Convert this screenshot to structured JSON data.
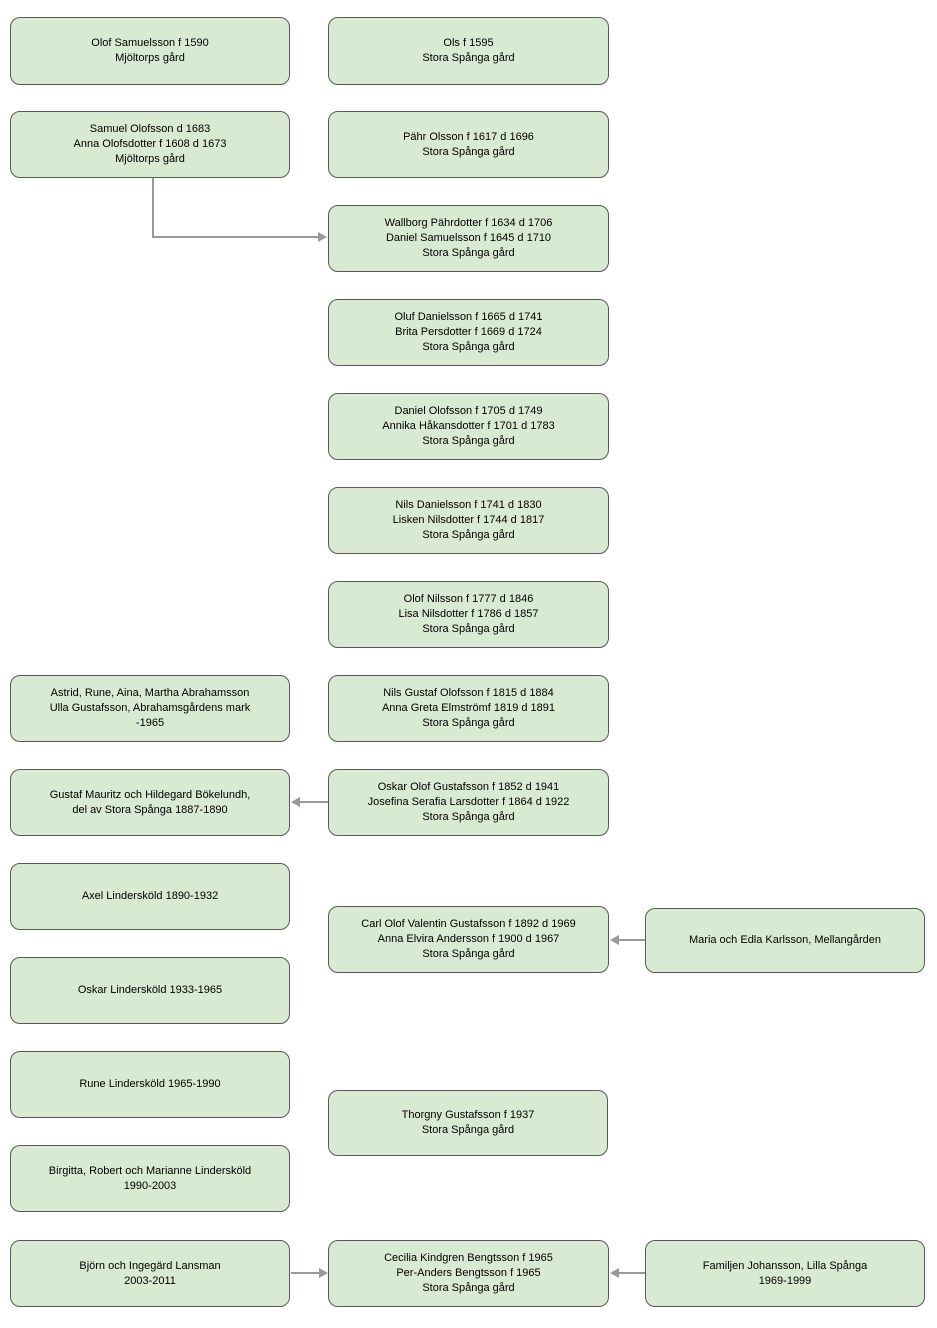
{
  "diagram": {
    "description": "Family tree of Stora Spånga gård ownership",
    "colors": {
      "node_fill": "#d9ead3",
      "node_border": "#595959",
      "connector": "#999999",
      "background": "#ffffff",
      "text": "#000000"
    },
    "boxes": [
      {
        "id": "olof-samuelsson",
        "lines": [
          "Olof Samuelsson f 1590",
          "Mjöltorps gård"
        ]
      },
      {
        "id": "ols",
        "lines": [
          "Ols f 1595",
          "Stora Spånga gård"
        ]
      },
      {
        "id": "samuel-olofsson",
        "lines": [
          "Samuel Olofsson d 1683",
          "Anna Olofsdotter f 1608 d 1673",
          "Mjöltorps gård"
        ]
      },
      {
        "id": "pahr-olsson",
        "lines": [
          "Pähr Olsson f 1617 d 1696",
          "Stora Spånga gård"
        ]
      },
      {
        "id": "wallborg-pahrdotter",
        "lines": [
          "Wallborg Pährdotter f 1634 d 1706",
          "Daniel Samuelsson f 1645 d 1710",
          "Stora Spånga gård"
        ]
      },
      {
        "id": "oluf-danielsson",
        "lines": [
          "Oluf Danielsson f 1665 d 1741",
          "Brita Persdotter f 1669 d 1724",
          "Stora Spånga gård"
        ]
      },
      {
        "id": "daniel-olofsson",
        "lines": [
          "Daniel Olofsson f 1705 d 1749",
          "Annika Håkansdotter f 1701 d 1783",
          "Stora Spånga gård"
        ]
      },
      {
        "id": "nils-danielsson",
        "lines": [
          "Nils Danielsson f 1741 d 1830",
          "Lisken Nilsdotter f 1744 d 1817",
          "Stora Spånga gård"
        ]
      },
      {
        "id": "olof-nilsson",
        "lines": [
          "Olof Nilsson f 1777 d 1846",
          "Lisa Nilsdotter f 1786 d 1857",
          "Stora Spånga gård"
        ]
      },
      {
        "id": "abrahamsson",
        "lines": [
          "Astrid, Rune, Aina, Martha Abrahamsson",
          "Ulla Gustafsson, Abrahamsgårdens mark",
          "-1965"
        ]
      },
      {
        "id": "nils-gustaf-olofsson",
        "lines": [
          "Nils Gustaf Olofsson f 1815 d 1884",
          "Anna Greta Elmströmf 1819 d 1891",
          "Stora Spånga gård"
        ]
      },
      {
        "id": "bokelundh",
        "lines": [
          "Gustaf Mauritz och Hildegard Bökelundh,",
          "del av Stora Spånga 1887-1890"
        ]
      },
      {
        "id": "oskar-olof-gustafsson",
        "lines": [
          "Oskar Olof Gustafsson f 1852 d 1941",
          "Josefina Serafia Larsdotter f 1864 d 1922",
          "Stora Spånga gård"
        ]
      },
      {
        "id": "axel-linderskold",
        "lines": [
          "Axel Lindersköld 1890-1932"
        ]
      },
      {
        "id": "carl-olof-valentin",
        "lines": [
          "Carl Olof Valentin Gustafsson f 1892 d 1969",
          "Anna Elvira Andersson f 1900 d 1967",
          "Stora Spånga gård"
        ]
      },
      {
        "id": "maria-edla-karlsson",
        "lines": [
          "Maria och Edla Karlsson, Mellangården"
        ]
      },
      {
        "id": "oskar-linderskold",
        "lines": [
          "Oskar Lindersköld 1933-1965"
        ]
      },
      {
        "id": "rune-linderskold",
        "lines": [
          "Rune Lindersköld 1965-1990"
        ]
      },
      {
        "id": "thorgny-gustafsson",
        "lines": [
          "Thorgny Gustafsson f 1937",
          "Stora Spånga gård"
        ]
      },
      {
        "id": "birgitta-robert-marianne",
        "lines": [
          "Birgitta, Robert och Marianne Lindersköld",
          "1990-2003"
        ]
      },
      {
        "id": "bjorn-ingegard-lansman",
        "lines": [
          "Björn och Ingegärd Lansman",
          "2003-2011"
        ]
      },
      {
        "id": "cecilia-per-anders",
        "lines": [
          "Cecilia Kindgren Bengtsson f 1965",
          "Per-Anders Bengtsson f 1965",
          "Stora Spånga gård"
        ]
      },
      {
        "id": "familjen-johansson",
        "lines": [
          "Familjen Johansson, Lilla Spånga",
          "1969-1999"
        ]
      }
    ],
    "connectors": [
      {
        "from": "samuel-olofsson",
        "to": "wallborg-pahrdotter",
        "shape": "elbow-down-right"
      },
      {
        "from": "oskar-olof-gustafsson",
        "to": "bokelundh",
        "shape": "straight-left"
      },
      {
        "from": "maria-edla-karlsson",
        "to": "carl-olof-valentin",
        "shape": "straight-left"
      },
      {
        "from": "bjorn-ingegard-lansman",
        "to": "cecilia-per-anders",
        "shape": "straight-right"
      },
      {
        "from": "familjen-johansson",
        "to": "cecilia-per-anders",
        "shape": "straight-left"
      }
    ]
  }
}
